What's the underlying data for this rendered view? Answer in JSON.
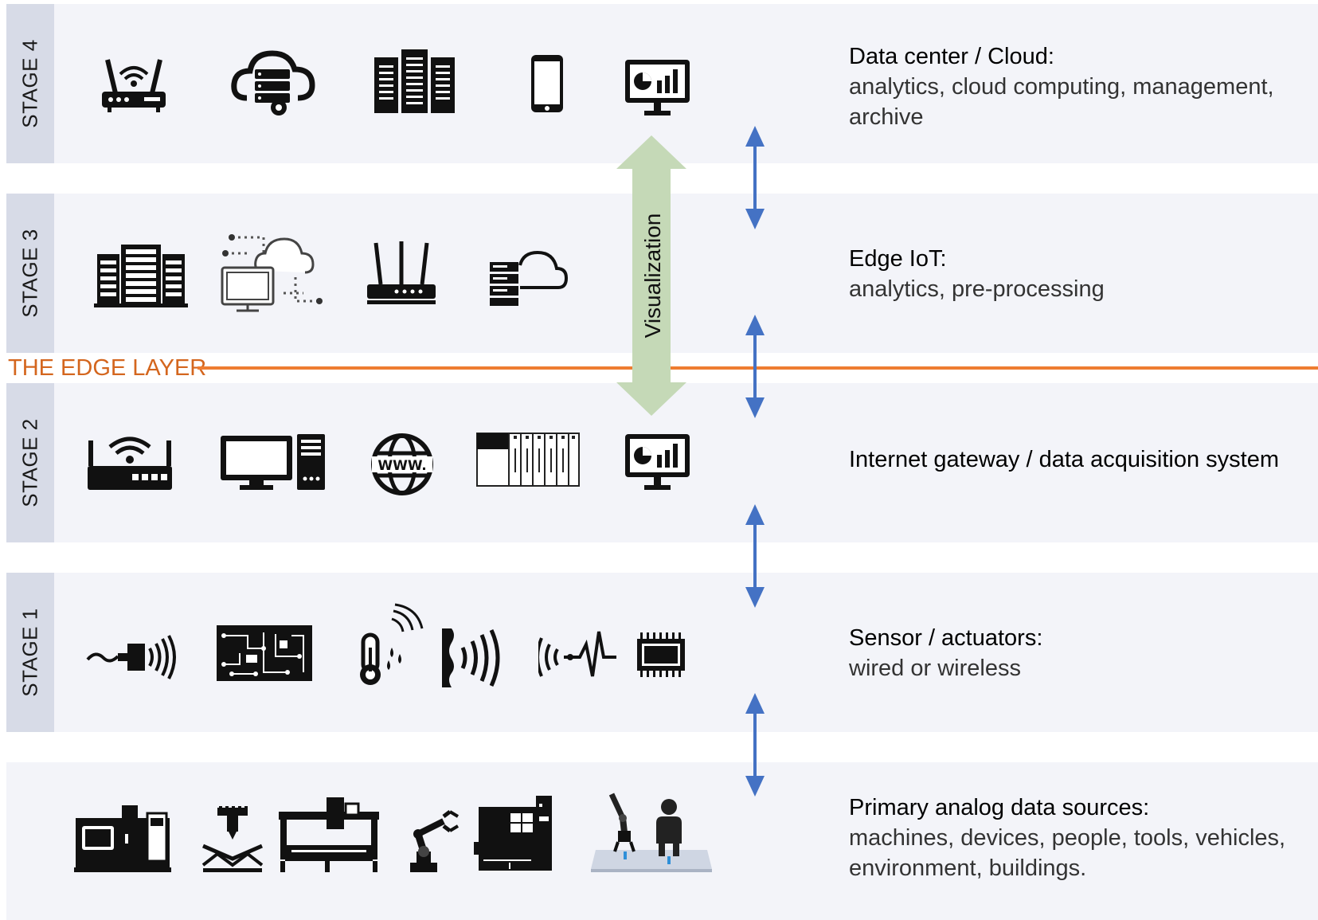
{
  "stages": [
    {
      "tab": "STAGE 4",
      "title": "Data center / Cloud:",
      "subtitle": "analytics, cloud computing, management, archive"
    },
    {
      "tab": "STAGE 3",
      "title": "Edge IoT:",
      "subtitle": "analytics, pre-processing"
    },
    {
      "tab": "STAGE 2",
      "title": "Internet gateway / data acquisition system",
      "subtitle": ""
    },
    {
      "tab": "STAGE 1",
      "title": "Sensor / actuators:",
      "subtitle": "wired or wireless"
    },
    {
      "tab": "",
      "title": "Primary analog data sources:",
      "subtitle": "machines, devices, people, tools, vehicles, environment, buildings."
    }
  ],
  "edge_layer": {
    "label": "THE EDGE LAYER",
    "color": "#ee7d31"
  },
  "visualization": {
    "label": "Visualization",
    "color": "#c5d9b7"
  },
  "arrow_color": "#4472c4",
  "icons": {
    "stage4": [
      "wifi-router-icon",
      "cloud-server-icon",
      "server-rack-icon",
      "smartphone-icon",
      "monitor-chart-icon"
    ],
    "stage3": [
      "server-stack-icon",
      "computer-cloud-network-icon",
      "router-antennas-icon",
      "cloud-storage-icon"
    ],
    "stage2": [
      "wifi-gateway-icon",
      "desktop-computer-icon",
      "www-globe-icon",
      "plc-module-icon",
      "monitor-chart-icon"
    ],
    "stage1": [
      "wireless-probe-icon",
      "circuit-board-icon",
      "thermometer-sensor-icon",
      "proximity-sensor-icon",
      "vibration-signal-icon",
      "microchip-icon"
    ],
    "sources": [
      "cnc-machine-icon",
      "press-tool-icon",
      "gantry-machine-icon",
      "robot-arm-icon",
      "machining-center-icon",
      "robot-and-person-icon"
    ]
  }
}
